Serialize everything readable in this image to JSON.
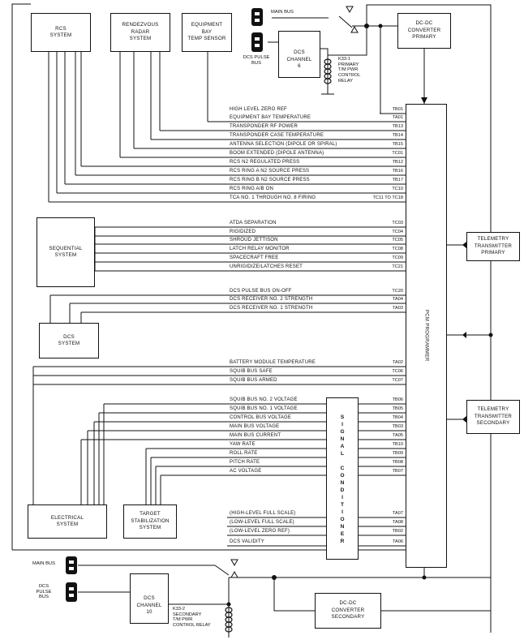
{
  "boxes": {
    "rcs": "RCS\nSYSTEM",
    "radar": "RENDEZVOUS\nRADAR\nSYSTEM",
    "equip": "EQUIPMENT\nBAY\nTEMP SENSOR",
    "dcs_ch6": "DCS\nCHANNEL\n6",
    "dcdc_primary": "DC-DC\nCONVERTER\nPRIMARY",
    "sequential": "SEQUENTIAL\nSYSTEM",
    "dcs_system": "DCS\nSYSTEM",
    "telemetry_primary": "TELEMETRY\nTRANSMITTER\nPRIMARY",
    "telemetry_secondary": "TELEMETRY\nTRANSMITTER\nSECONDARY",
    "electrical": "ELECTRICAL\nSYSTEM",
    "target_stab": "TARGET\nSTABILIZATION\nSYSTEM",
    "dcs_ch10": "DCS\nCHANNEL\n10",
    "dcdc_secondary": "DC-DC\nCONVERTER\nSECONDARY"
  },
  "pcm_label": "PCM PROGRAMMER",
  "signal_conditioner": [
    "S",
    "I",
    "G",
    "N",
    "A",
    "L",
    "",
    "C",
    "O",
    "N",
    "D",
    "I",
    "T",
    "I",
    "O",
    "N",
    "E",
    "R"
  ],
  "buses": {
    "main_bus_top": "MAIN BUS",
    "dcs_pulse_bus_top": "DCS PULSE\nBUS",
    "main_bus_bottom": "MAIN BUS",
    "dcs_pulse_bus_bottom": "DCS\nPULSE\nBUS"
  },
  "relays": {
    "k33_1": "K33-1\nPRIMARY\nT/M PWR\nCONTROL\nRELAY",
    "k33_2": "K33-2\nSECONDARY\nT/M PWR\nCONTROL RELAY"
  },
  "signals": [
    {
      "label": "HIGH LEVEL ZERO REF",
      "code": "TB01"
    },
    {
      "label": "EQUIPMENT BAY TEMPERATURE",
      "code": "TA01"
    },
    {
      "label": "TRANSPONDER RF POWER",
      "code": "TB13"
    },
    {
      "label": "TRANSPONDER CASE TEMPERATURE",
      "code": "TB14"
    },
    {
      "label": "ANTENNA SELECTION (DIPOLE OR SPIRAL)",
      "code": "TB15"
    },
    {
      "label": "BOOM EXTENDED (DIPOLE ANTENNA)",
      "code": "TC01"
    },
    {
      "label": "RCS N2 REGULATED PRESS",
      "code": "TB12"
    },
    {
      "label": "RCS RING A N2 SOURCE PRESS",
      "code": "TB16"
    },
    {
      "label": "RCS RING B N2 SOURCE PRESS",
      "code": "TB17"
    },
    {
      "label": "RCS RING A/B ON",
      "code": "TC10"
    },
    {
      "label": "TCA NO. 1 THROUGH NO. 8 FIRING",
      "code": "TC11 TO TC18"
    },
    {
      "label": "ATDA SEPARATION",
      "code": "TC03"
    },
    {
      "label": "RIGIDIZED",
      "code": "TC04"
    },
    {
      "label": "SHROUD JETTISON",
      "code": "TC05"
    },
    {
      "label": "LATCH RELAY MONITOR",
      "code": "TC08"
    },
    {
      "label": "SPACECRAFT FREE",
      "code": "TC09"
    },
    {
      "label": "UNRIGIDIZE/LATCHES RESET",
      "code": "TC21"
    },
    {
      "label": "DCS PULSE BUS ON-OFF",
      "code": "TC20"
    },
    {
      "label": "DCS RECEIVER NO. 2 STRENGTH",
      "code": "TA04"
    },
    {
      "label": "DCS RECEIVER NO. 1 STRENGTH",
      "code": "TA03"
    },
    {
      "label": "BATTERY MODULE TEMPERATURE",
      "code": "TA02"
    },
    {
      "label": "SQUIB BUS SAFE",
      "code": "TC06"
    },
    {
      "label": "SQUIB BUS ARMED",
      "code": "TC07"
    },
    {
      "label": "SQUIB BUS NO. 2 VOLTAGE",
      "code": "TB06"
    },
    {
      "label": "SQUIB BUS NO. 1 VOLTAGE",
      "code": "TB05"
    },
    {
      "label": "CONTROL BUS VOLTAGE",
      "code": "TB04"
    },
    {
      "label": "MAIN BUS VOLTAGE",
      "code": "TB03"
    },
    {
      "label": "MAIN BUS CURRENT",
      "code": "TA05"
    },
    {
      "label": "YAW RATE",
      "code": "TB10"
    },
    {
      "label": "ROLL RATE",
      "code": "TB09"
    },
    {
      "label": "PITCH RATE",
      "code": "TB08"
    },
    {
      "label": "AC VOLTAGE",
      "code": "TB07"
    },
    {
      "label": "(HIGH-LEVEL FULL SCALE)",
      "code": "TA07"
    },
    {
      "label": "(LOW-LEVEL FULL SCALE)",
      "code": "TA08"
    },
    {
      "label": "(LOW-LEVEL ZERO REF)",
      "code": "TB02"
    },
    {
      "label": "DCS VALIDITY",
      "code": "TA06"
    }
  ]
}
